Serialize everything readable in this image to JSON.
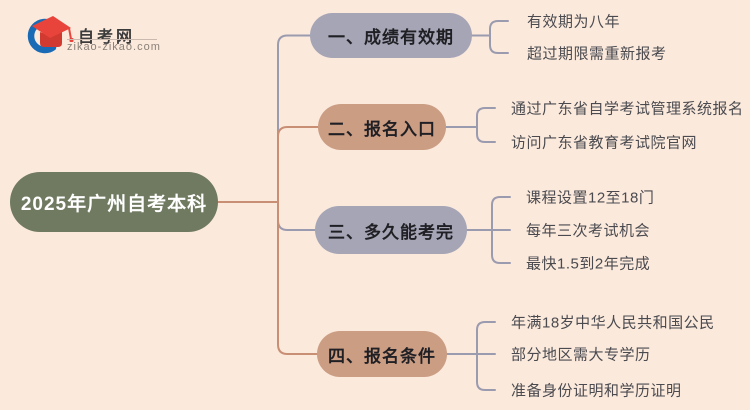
{
  "logo": {
    "site_name": "自考网",
    "site_url": "zikao-zikao.com",
    "crescent_color": "#1A6BB5",
    "cap_color": "#E8443B",
    "cap_shade_color": "#D13A31"
  },
  "mindmap": {
    "root": {
      "label": "2025年广州自考本科",
      "color": "#6F7A60",
      "text_color": "#FFFFFF"
    },
    "branches": [
      {
        "label": "一、成绩有效期",
        "color": "#A5A5B6",
        "leaves": [
          "有效期为八年",
          "超过期限需重新报考"
        ]
      },
      {
        "label": "二、报名入口",
        "color": "#CB9D83",
        "leaves": [
          "通过广东省自学考试管理系统报名",
          "访问广东省教育考试院官网"
        ]
      },
      {
        "label": "三、多久能考完",
        "color": "#A5A5B6",
        "leaves": [
          "课程设置12至18门",
          "每年三次考试机会",
          "最快1.5到2年完成"
        ]
      },
      {
        "label": "四、报名条件",
        "color": "#CB9D83",
        "leaves": [
          "年满18岁中华人民共和国公民",
          "部分地区需大专学历",
          "准备身份证明和学历证明"
        ]
      }
    ],
    "wire_colors": {
      "tan": "#C98F74",
      "gray": "#9B9BB0"
    },
    "background_color": "#FBE9DC"
  }
}
